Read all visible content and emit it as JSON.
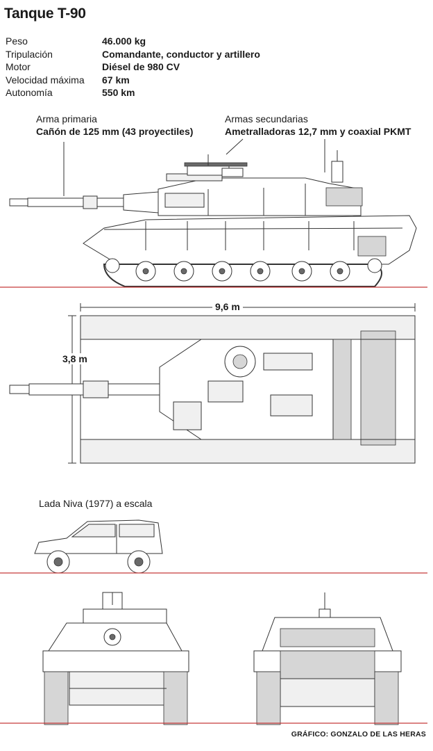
{
  "title": "Tanque T-90",
  "specs": [
    {
      "label": "Peso",
      "value": "46.000 kg"
    },
    {
      "label": "Tripulación",
      "value": "Comandante, conductor y artillero"
    },
    {
      "label": "Motor",
      "value": "Diésel de 980 CV"
    },
    {
      "label": "Velocidad máxima",
      "value": "67 km"
    },
    {
      "label": "Autonomía",
      "value": "550 km"
    }
  ],
  "callouts": {
    "primary": {
      "label": "Arma primaria",
      "value": "Cañón de 125 mm (43 proyectiles)"
    },
    "secondary": {
      "label": "Armas secundarias",
      "value": "Ametralladoras 12,7 mm y coaxial PKMT"
    }
  },
  "dimensions": {
    "length": "9,6 m",
    "width": "3,8 m"
  },
  "comparison": {
    "label": "Lada Niva (1977) a escala"
  },
  "credit": "GRÁFICO: GONZALO DE LAS HERAS",
  "colors": {
    "ground_line": "#c53a3a",
    "text": "#1a1a1a"
  }
}
